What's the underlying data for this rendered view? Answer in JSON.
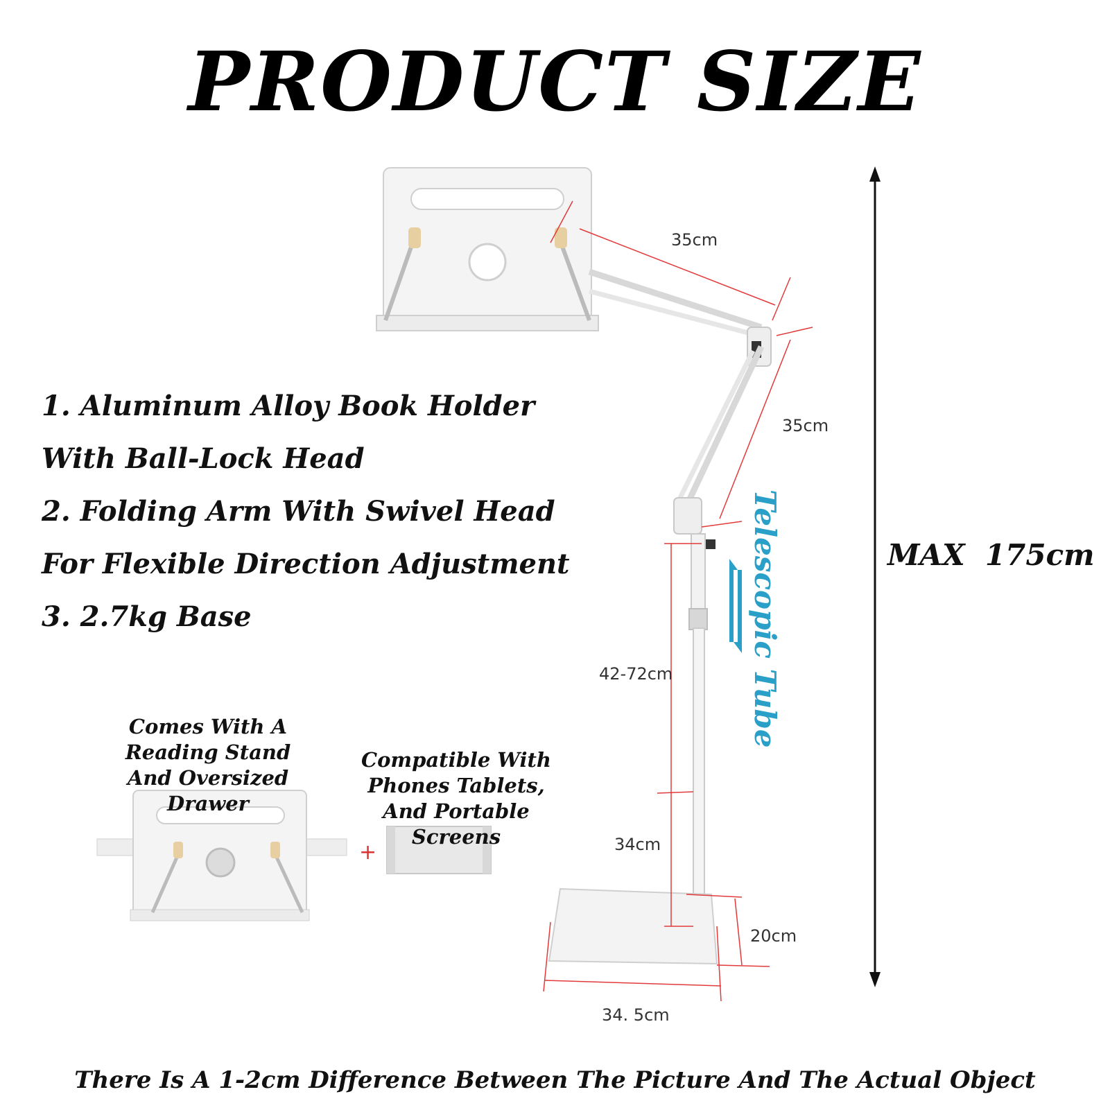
{
  "title": "PRODUCT SIZE",
  "features": [
    "1. Aluminum Alloy Book Holder",
    "With Ball-Lock Head",
    "2. Folding Arm With Swivel Head",
    "For Flexible Direction Adjustment",
    "3. 2.7kg Base"
  ],
  "dimensions": {
    "arm_upper": "35cm",
    "arm_lower": "35cm",
    "telescopic_range": "42-72cm",
    "pole_lower": "34cm",
    "base_depth": "20cm",
    "base_width": "34. 5cm",
    "max_height": "MAX  175cm"
  },
  "telescopic_label": "Telescopic Tube",
  "captions": {
    "reading_stand": [
      "Comes With A",
      "Reading Stand",
      "And Oversized Drawer"
    ],
    "compatible": [
      "Compatible With",
      "Phones Tablets,",
      "And Portable Screens"
    ]
  },
  "plus_sign": "+",
  "footer": "There Is A 1-2cm Difference Between The Picture And The Actual Object",
  "colors": {
    "dimension_line": "#e23a3a",
    "telescopic_accent": "#2aa0c8",
    "product": "#f2f2f2"
  }
}
